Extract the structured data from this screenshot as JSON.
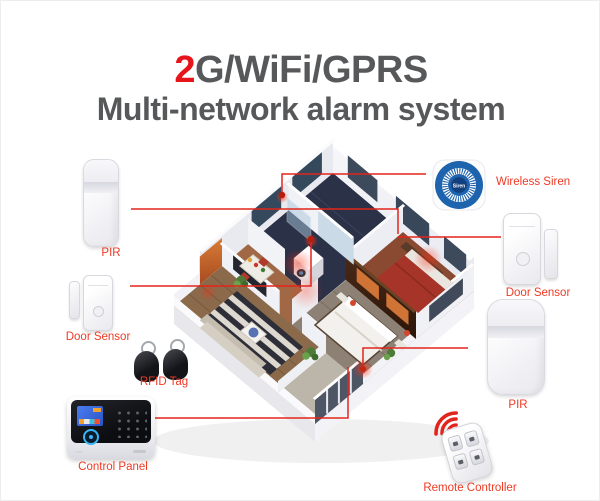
{
  "title": {
    "accent": "2",
    "line1_rest": "G/WiFi/GPRS",
    "line2": "Multi-network alarm system"
  },
  "labels": {
    "pir_left": "PIR",
    "door_sensor_left": "Door Sensor",
    "rfid_tag": "RFID Tag",
    "control_panel": "Control Panel",
    "wireless_siren": "Wireless Siren",
    "door_sensor_right": "Door Sensor",
    "pir_right": "PIR",
    "remote_controller": "Remote Controller"
  },
  "siren": {
    "device_text": "Siren"
  },
  "colors": {
    "accent_red": "#e8141c",
    "label_red": "#ee3a24",
    "line_red": "#e2251c",
    "title_gray": "#57585a",
    "siren_blue": "#1d63ad"
  }
}
